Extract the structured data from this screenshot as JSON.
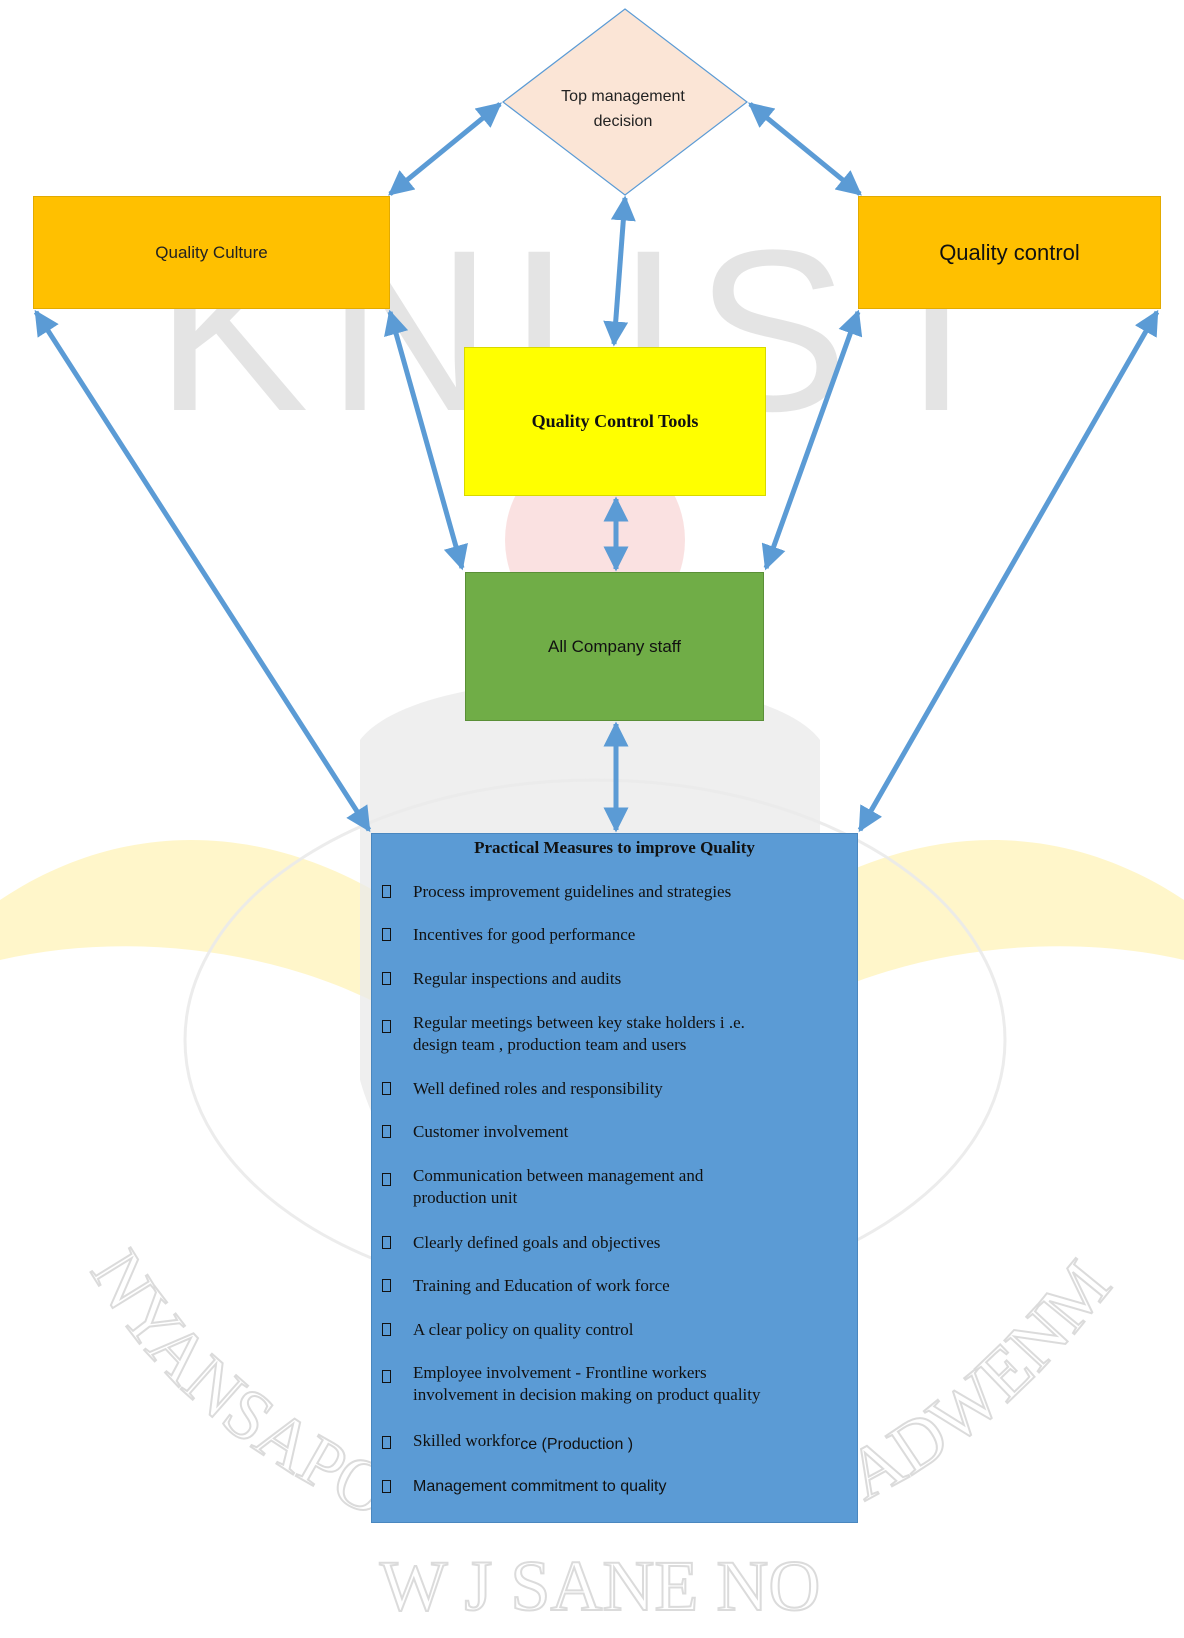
{
  "diagram": {
    "top_node": {
      "label": "Top management decision",
      "lines": [
        "Top management",
        "decision"
      ]
    },
    "left_node": {
      "label": "Quality Culture"
    },
    "right_node": {
      "label": "Quality control"
    },
    "tools_node": {
      "label": "Quality Control Tools"
    },
    "staff_node": {
      "label": "All Company staff"
    },
    "measures": {
      "title": "Practical Measures to improve Quality",
      "items": [
        {
          "lines": [
            "Process improvement guidelines and strategies"
          ]
        },
        {
          "lines": [
            "Incentives for good performance"
          ]
        },
        {
          "lines": [
            "Regular inspections and audits"
          ]
        },
        {
          "lines": [
            "Regular meetings between key stake holders i    .e.",
            "design team , production team and users"
          ]
        },
        {
          "lines": [
            "Well defined roles and responsibility"
          ]
        },
        {
          "lines": [
            "Customer involvement"
          ]
        },
        {
          "lines": [
            "Communication between management and",
            "production unit"
          ]
        },
        {
          "lines": [
            "Clearly defined goals and objectives"
          ]
        },
        {
          "lines": [
            "Training and Education of work force"
          ]
        },
        {
          "lines": [
            "A clear policy on quality control"
          ]
        },
        {
          "lines": [
            "Employee involvement  - Frontline workers",
            "involvement in decision making on product quality"
          ]
        },
        {
          "lines": [
            "Skilled workfor",
            "ce (Production )"
          ]
        },
        {
          "lines": [
            "Management commitment to quality"
          ]
        }
      ]
    }
  },
  "watermark": {
    "text": "KNUST",
    "left_text": "NYANSAPO",
    "right_text": "BADWENMA",
    "bottom_text": "W J SANE NO"
  },
  "colors": {
    "arrow": "#5b9bd5",
    "diamond_fill": "#fbe5d6",
    "diamond_stroke": "#5b9bd5",
    "quality_box": "#ffc000",
    "tools_box": "#ffff00",
    "staff_box": "#70ad47",
    "measures_box": "#5b9bd5"
  }
}
